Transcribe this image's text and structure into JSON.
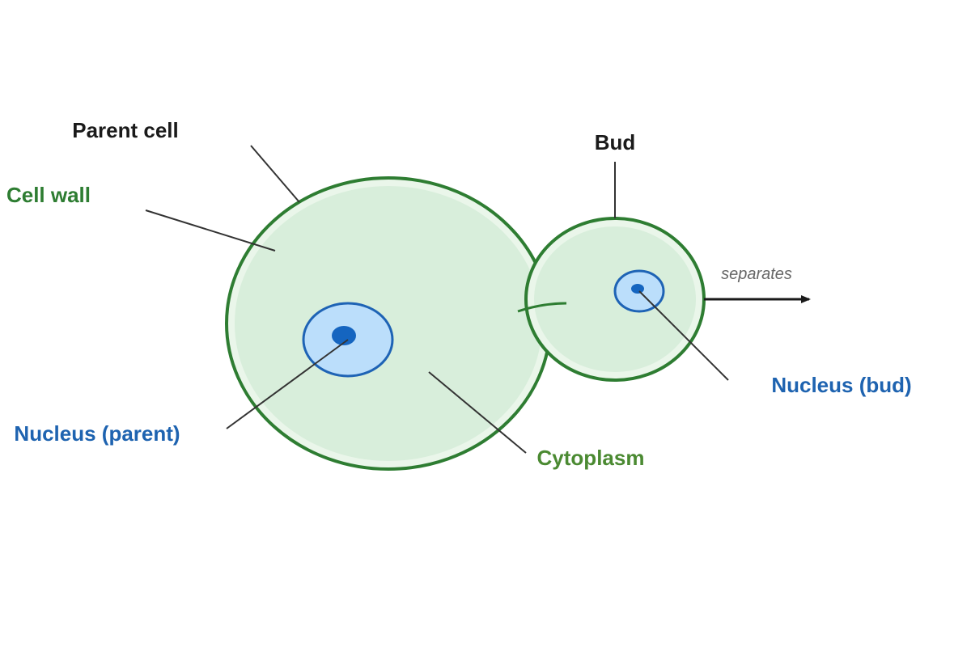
{
  "labels": {
    "parent_cell": "Parent cell",
    "cell_wall": "Cell wall",
    "bud": "Bud",
    "separates": "separates",
    "nucleus_bud": "Nucleus (bud)",
    "nucleus_parent": "Nucleus (parent)",
    "cytoplasm": "Cytoplasm"
  },
  "colors": {
    "wall": "#2e7d32",
    "cytoplasm_fill": "#d8eedb",
    "wall_inner": "#eaf6ea",
    "nucleus_fill": "#bbdefb",
    "nucleus_stroke": "#1e63b5",
    "nucleolus": "#1565c0",
    "leader": "#333333",
    "label_dark": "#1a1a1a",
    "label_green": "#2e7d32",
    "label_blue": "#1e63b0",
    "label_olive": "#4b8a32",
    "label_gray": "#666666"
  }
}
